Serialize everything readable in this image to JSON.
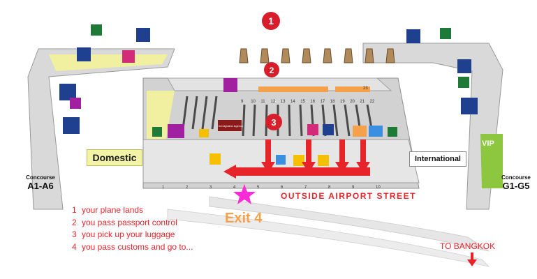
{
  "labels": {
    "domestic": "Domestic",
    "international": "International",
    "concourse_word": "Concourse",
    "concourse_a": "A1-A6",
    "concourse_g": "G1-G5",
    "vip": "VIP",
    "outside_street": "OUTSIDE AIRPORT STREET",
    "exit": "Exit 4",
    "to_bangkok": "TO BANGKOK"
  },
  "markers": [
    "1",
    "2",
    "3"
  ],
  "steps": [
    {
      "num": "1",
      "text": "your plane lands"
    },
    {
      "num": "2",
      "text": "you pass passport control"
    },
    {
      "num": "3",
      "text": "you pick up your luggage"
    },
    {
      "num": "4",
      "text": "you pass customs and go to..."
    }
  ],
  "belt_numbers": [
    "9",
    "10",
    "11",
    "12",
    "13",
    "14",
    "15",
    "16",
    "17",
    "18",
    "19",
    "20",
    "21",
    "22"
  ],
  "gate_numbers": [
    "1",
    "2",
    "3",
    "4",
    "5",
    "6",
    "7",
    "8",
    "9",
    "10"
  ],
  "sign_labels": {
    "immigration": "Immigration Agency",
    "counter": "23"
  },
  "colors": {
    "route_red": "#e8242b",
    "exit_orange": "#f5a04a",
    "star_magenta": "#ff2bd6",
    "floor_light": "#eeeeee",
    "wall_gray": "#c8c8c8",
    "zone_yellow": "#f3f3a8",
    "vip_green": "#8dc63f",
    "sign_blue": "#1f3f8f",
    "sign_green": "#1e7a36"
  },
  "icons": [
    "restroom-icon",
    "departures-plane-icon",
    "baggage-claim-icon",
    "star-icon",
    "down-arrow-icon"
  ]
}
